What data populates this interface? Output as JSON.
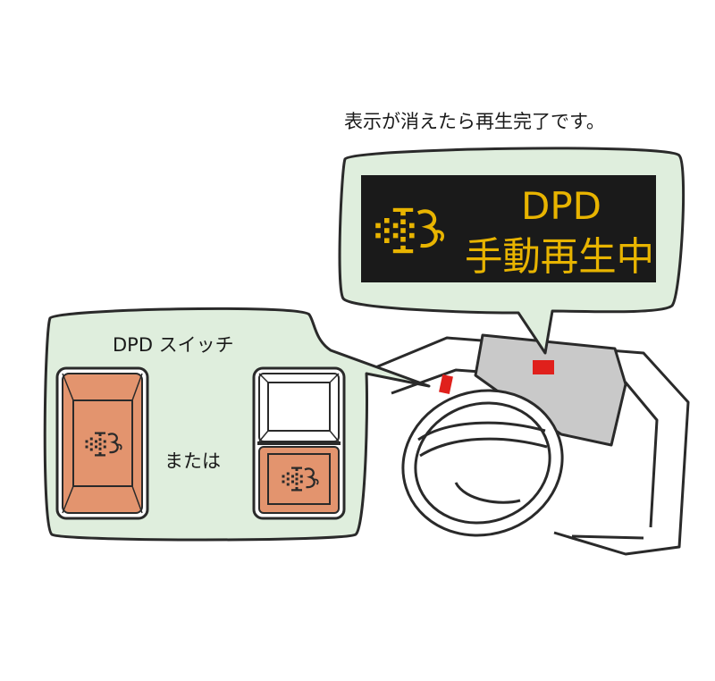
{
  "caption": "表示が消えたら再生完了です。",
  "display": {
    "line1": "DPD",
    "line2": "手動再生中",
    "icon": "dpd-regeneration-icon"
  },
  "switch_panel": {
    "title": "DPD スイッチ",
    "or_label": "または",
    "icon": "dpd-regeneration-icon"
  },
  "colors": {
    "callout_fill": "#dfeedd",
    "display_bg": "#1a1a1a",
    "display_text": "#e8b400",
    "switch_orange": "#e3946e",
    "marker_red": "#e0201c",
    "dash_gray": "#c9c9c9"
  }
}
